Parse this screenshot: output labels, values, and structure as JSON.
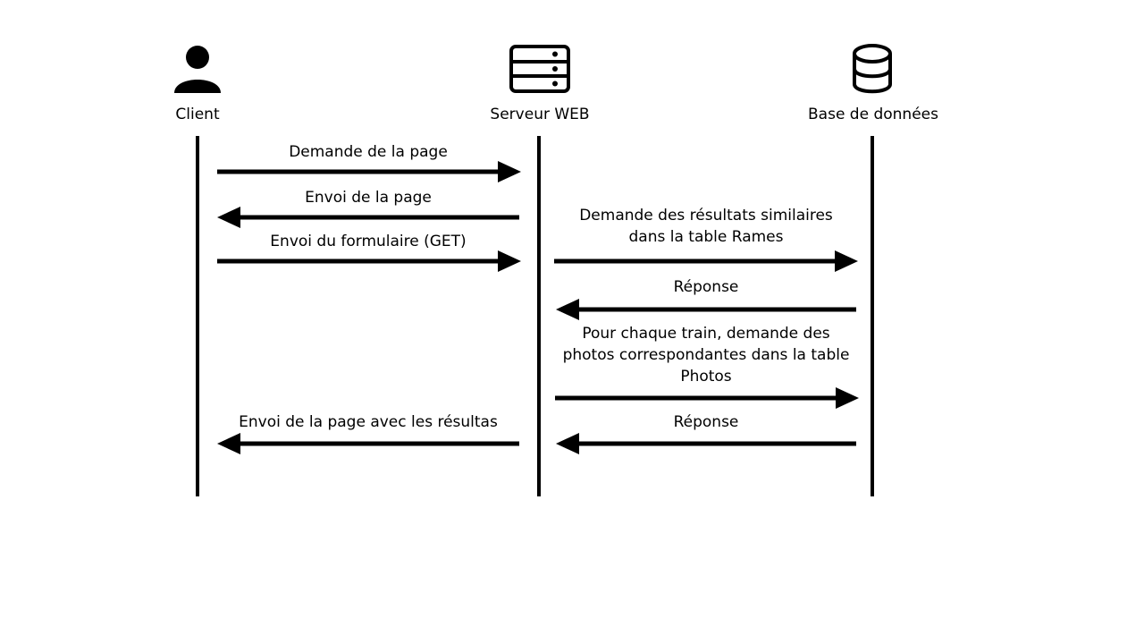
{
  "actors": {
    "client": {
      "label": "Client",
      "icon": "person-icon"
    },
    "server": {
      "label": "Serveur WEB",
      "icon": "server-icon"
    },
    "database": {
      "label": "Base de données",
      "icon": "database-icon"
    }
  },
  "messages": [
    {
      "text": "Demande de la page",
      "from": "client",
      "to": "server"
    },
    {
      "text": "Envoi de la page",
      "from": "server",
      "to": "client"
    },
    {
      "text": "Envoi du formulaire (GET)",
      "from": "client",
      "to": "server"
    },
    {
      "text": "Demande des résultats similaires\ndans la table Rames",
      "from": "server",
      "to": "database"
    },
    {
      "text": "Réponse",
      "from": "database",
      "to": "server"
    },
    {
      "text": "Pour chaque train, demande des\nphotos correspondantes dans la table\nPhotos",
      "from": "server",
      "to": "database"
    },
    {
      "text": "Réponse",
      "from": "database",
      "to": "server"
    },
    {
      "text": "Envoi de la page avec les résultas",
      "from": "server",
      "to": "client"
    }
  ]
}
